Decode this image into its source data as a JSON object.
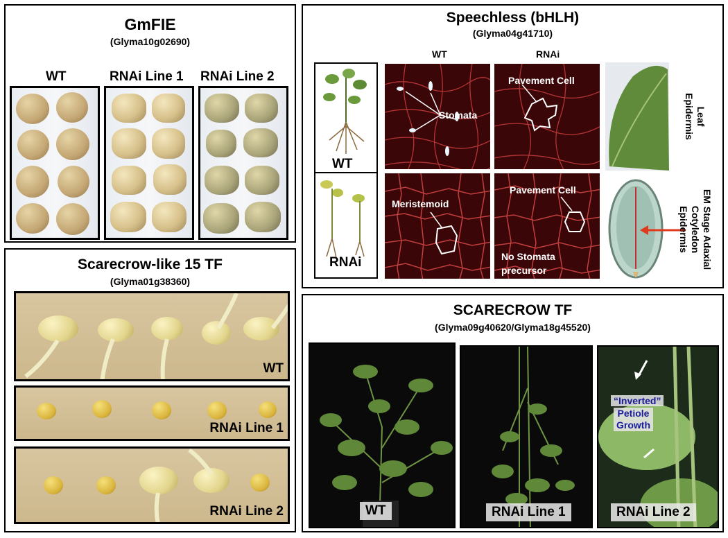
{
  "gmfie": {
    "title": "GmFIE",
    "gene": "(Glyma10g02690)",
    "columns": [
      "WT",
      "RNAi Line 1",
      "RNAi Line 2"
    ]
  },
  "scarecrow_like": {
    "title": "Scarecrow-like 15 TF",
    "gene": "(Glyma01g38360)",
    "rows": [
      "WT",
      "RNAi Line 1",
      "RNAi Line 2"
    ]
  },
  "speechless": {
    "title": "Speechless (bHLH)",
    "gene": "(Glyma04g41710)",
    "col_wt": "WT",
    "col_rnai": "RNAi",
    "plant_wt": "WT",
    "plant_rnai": "RNAi",
    "stomata": "Stomata",
    "pavement_cell_1": "Pavement Cell",
    "pavement_cell_2": "Pavement Cell",
    "meristemoid": "Meristemoid",
    "no_stomata": "No Stomata\nprecursor",
    "leaf_epidermis": "Leaf\nEpidermis",
    "cotyledon_epidermis": "EM Stage Adaxial\nCotyledon\nEpidermis"
  },
  "scarecrow": {
    "title": "SCARECROW TF",
    "gene": "(Glyma09g40620/Glyma18g45520)",
    "captions": [
      "WT",
      "RNAi Line 1",
      "RNAi Line 2"
    ],
    "inverted": "“Inverted”",
    "petiole": "Petiole\nGrowth",
    "inverted_color": "#1a1a9c"
  }
}
